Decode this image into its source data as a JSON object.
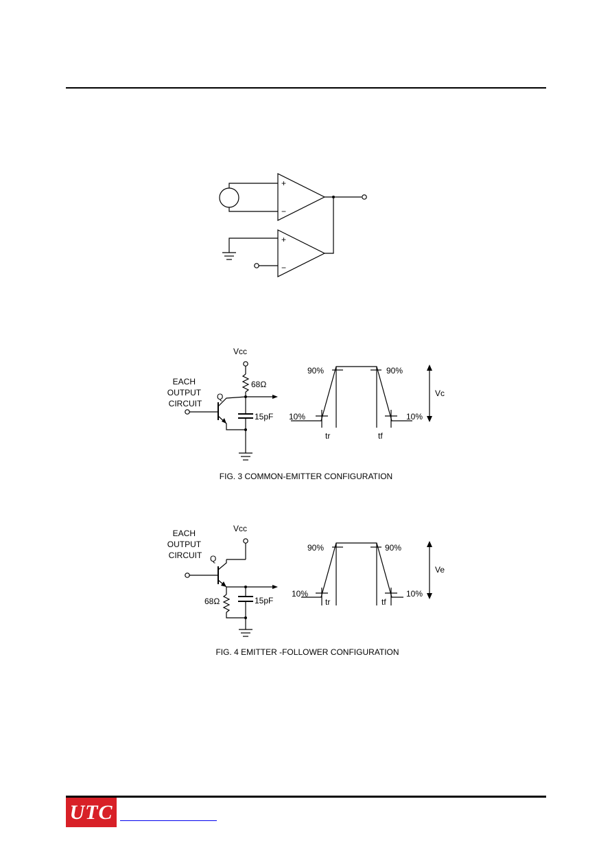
{
  "figure_3": {
    "supply_label": "Vcc",
    "resistor_label": "68Ω",
    "capacitor_label": "15pF",
    "transistor_label": "Q",
    "circuit_label_lines": [
      "EACH",
      "OUTPUT",
      "CIRCUIT"
    ],
    "high_level_left": "90%",
    "high_level_right": "90%",
    "low_level_left": "10%",
    "low_level_right": "10%",
    "rise_label": "tr",
    "fall_label": "tf",
    "swing_label": "Vc",
    "caption": "FIG. 3  COMMON-EMITTER CONFIGURATION"
  },
  "figure_4": {
    "supply_label": "Vcc",
    "resistor_label": "68Ω",
    "capacitor_label": "15pF",
    "transistor_label": "Q",
    "circuit_label_lines": [
      "EACH",
      "OUTPUT",
      "CIRCUIT"
    ],
    "high_level_left": "90%",
    "high_level_right": "90%",
    "low_level_left": "10%",
    "low_level_right": "10%",
    "rise_label": "tr",
    "fall_label": "tf",
    "swing_label": "Ve",
    "caption": "FIG. 4  EMITTER -FOLLOWER CONFIGURATION"
  },
  "comparator": {
    "plus_sign": "+",
    "minus_sign": "−"
  },
  "footer": {
    "logo_text": "UTC"
  },
  "colors": {
    "logo_background": "#d82027",
    "link_underline": "#0000ee",
    "ink": "#000000"
  }
}
